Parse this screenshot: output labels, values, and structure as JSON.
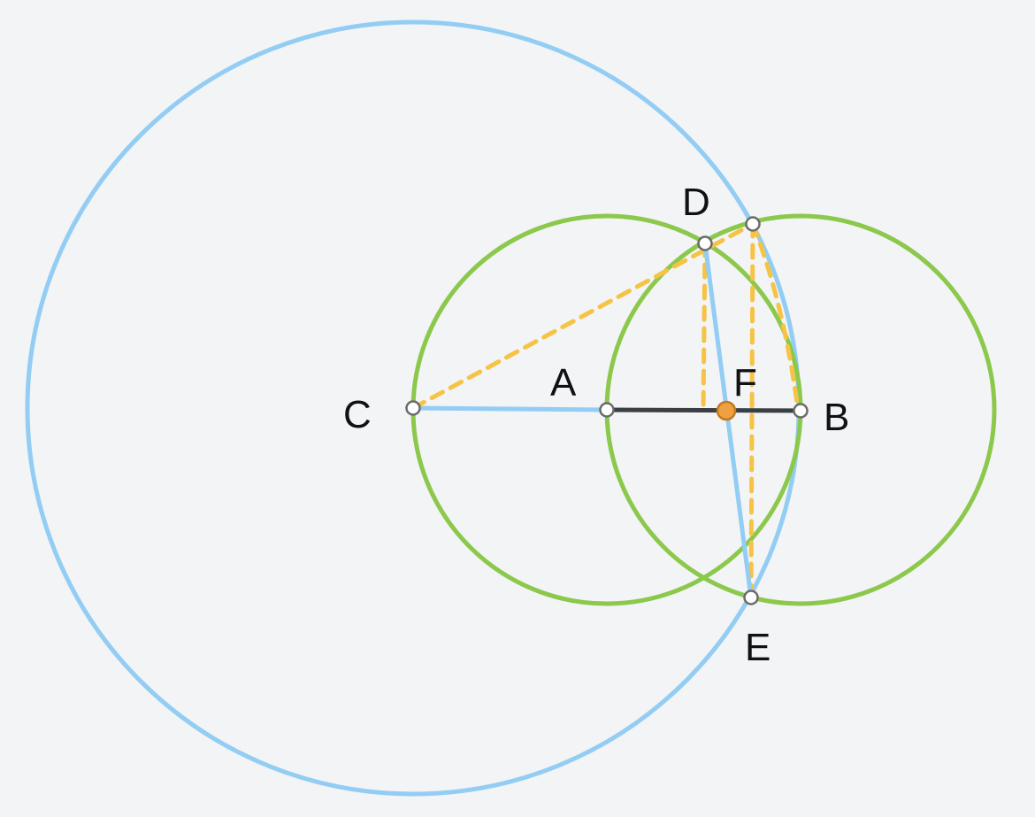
{
  "colors": {
    "background": "#f2f4f6",
    "big_circle": "#93cdf3",
    "small_circles": "#8cc84b",
    "blue_segments": "#93cdf3",
    "dashed_segments": "#f6c344",
    "segment_ab": "#3a3f44",
    "point_fill": "#ffffff",
    "point_stroke": "#6b6b6b",
    "midpoint_fill": "#f0a040",
    "midpoint_stroke": "#c07a20",
    "label": "#111111"
  },
  "labels": {
    "A": "A",
    "B": "B",
    "C": "C",
    "D": "D",
    "E": "E",
    "F": "F"
  }
}
